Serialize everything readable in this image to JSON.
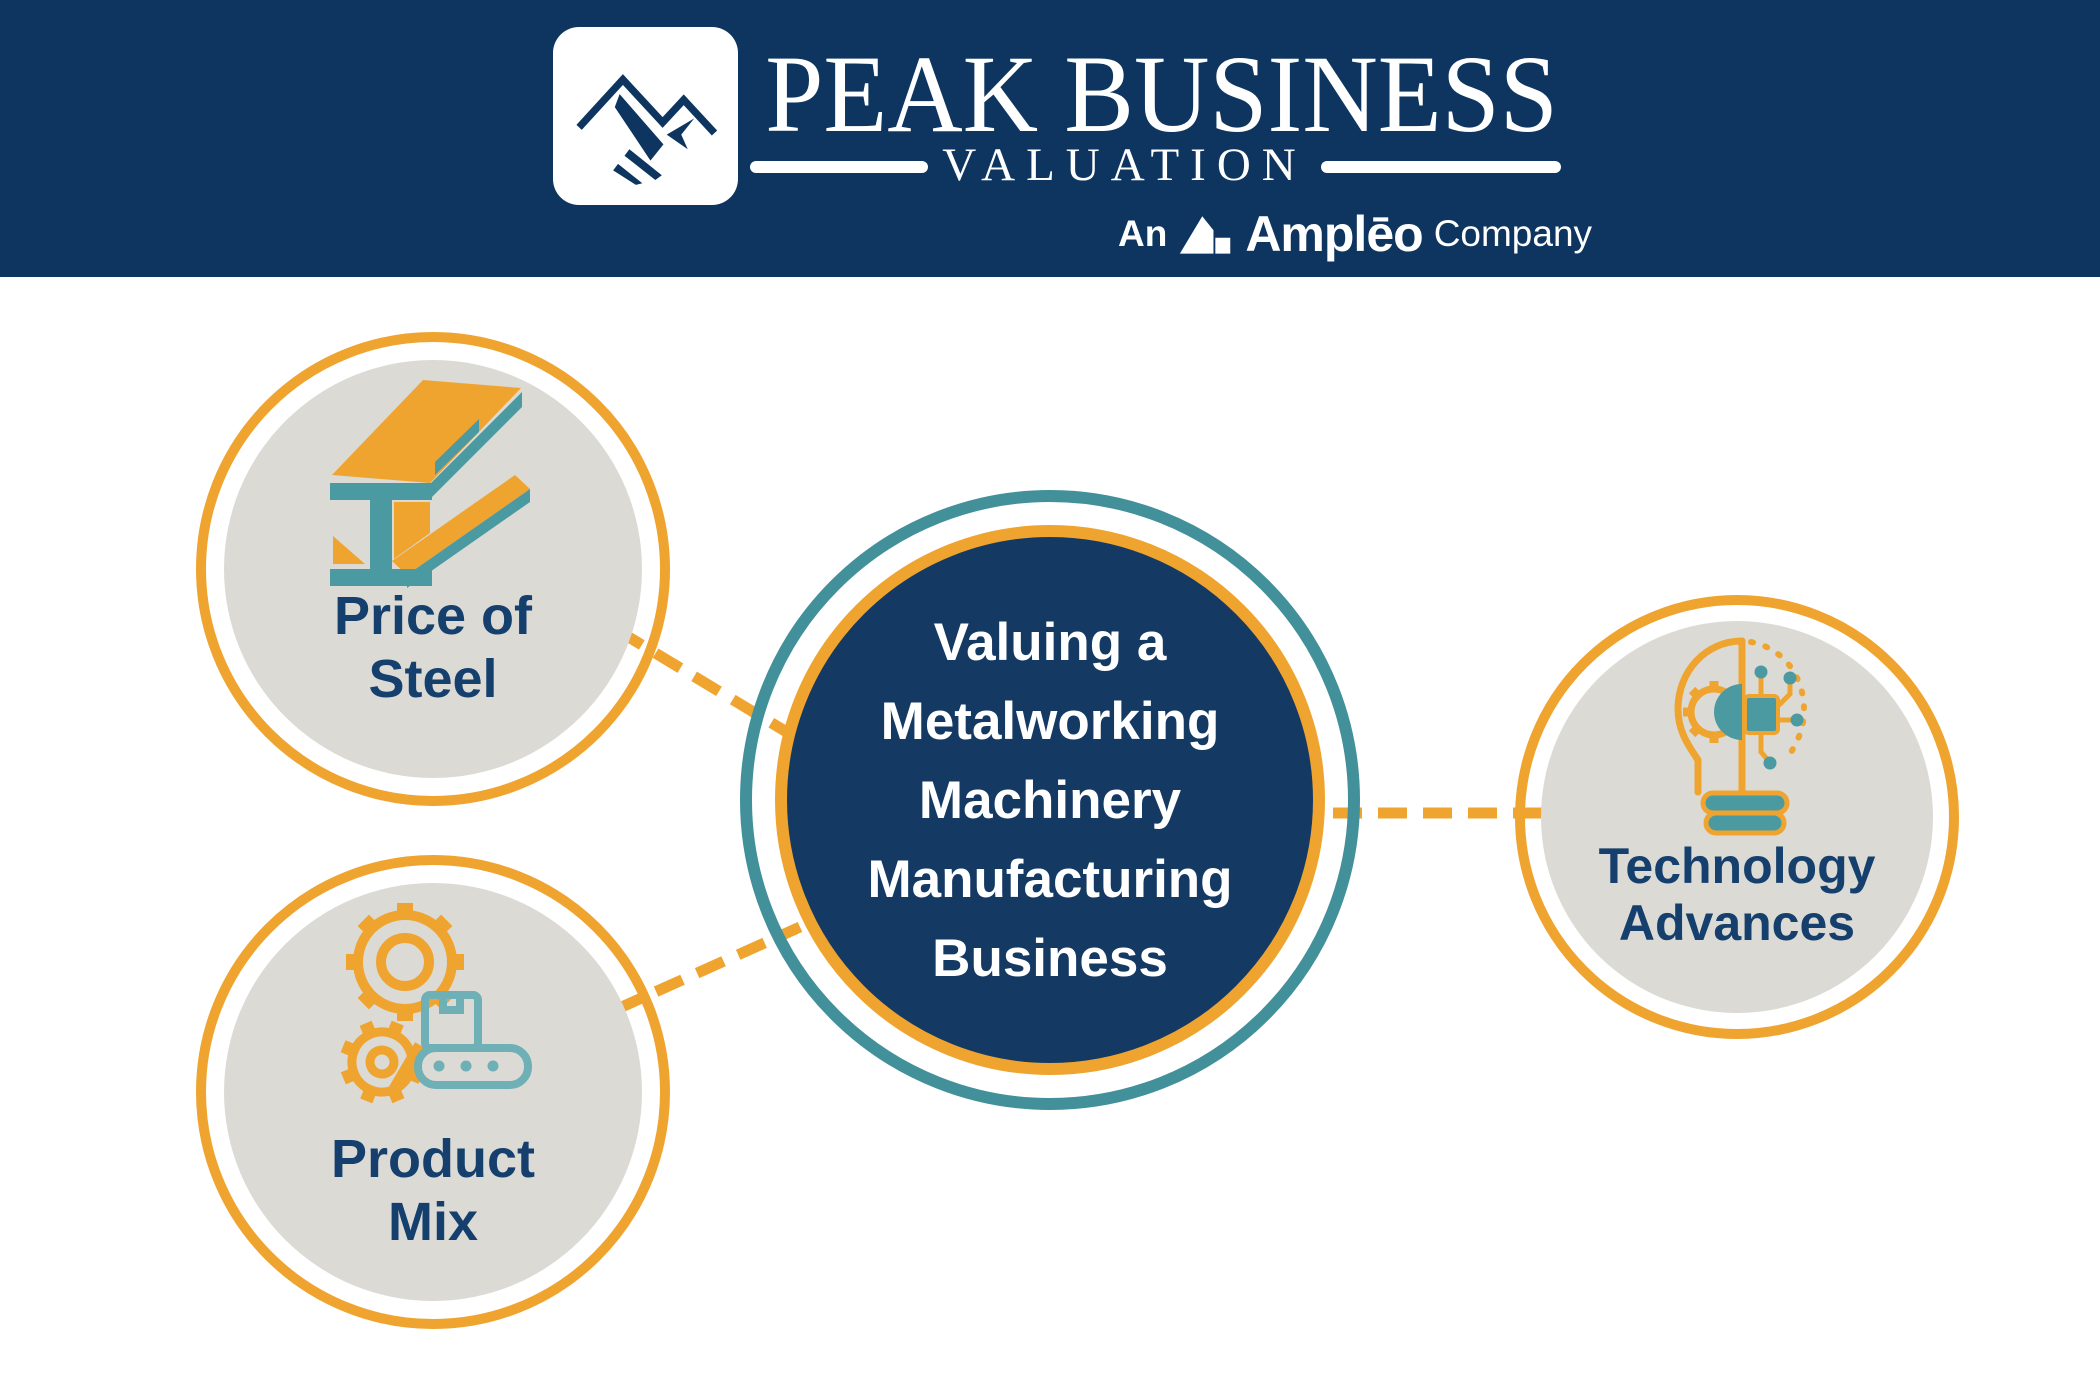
{
  "header": {
    "brand_line1": "PEAK BUSINESS",
    "brand_line2": "VALUATION",
    "byline": {
      "prefix": "An",
      "brand": "Amplēo",
      "suffix": "Company"
    }
  },
  "diagram": {
    "center": {
      "lines": [
        "Valuing a",
        "Metalworking",
        "Machinery",
        "Manufacturing",
        "Business"
      ]
    },
    "nodes": [
      {
        "id": "price-of-steel",
        "label_lines": [
          "Price of",
          "Steel"
        ],
        "icon": "steel-ibeam-icon"
      },
      {
        "id": "product-mix",
        "label_lines": [
          "Product",
          "Mix"
        ],
        "icon": "gears-conveyor-icon"
      },
      {
        "id": "technology-advances",
        "label_lines": [
          "Technology",
          "Advances"
        ],
        "icon": "lightbulb-circuit-icon"
      }
    ]
  },
  "colors": {
    "header_navy": "#0d355f",
    "center_navy": "#143a64",
    "label_navy": "#153f6c",
    "accent_orange": "#efa42f",
    "accent_teal": "#42909a",
    "icon_teal": "#4b9aa2",
    "circle_gray": "#dcdad5"
  }
}
